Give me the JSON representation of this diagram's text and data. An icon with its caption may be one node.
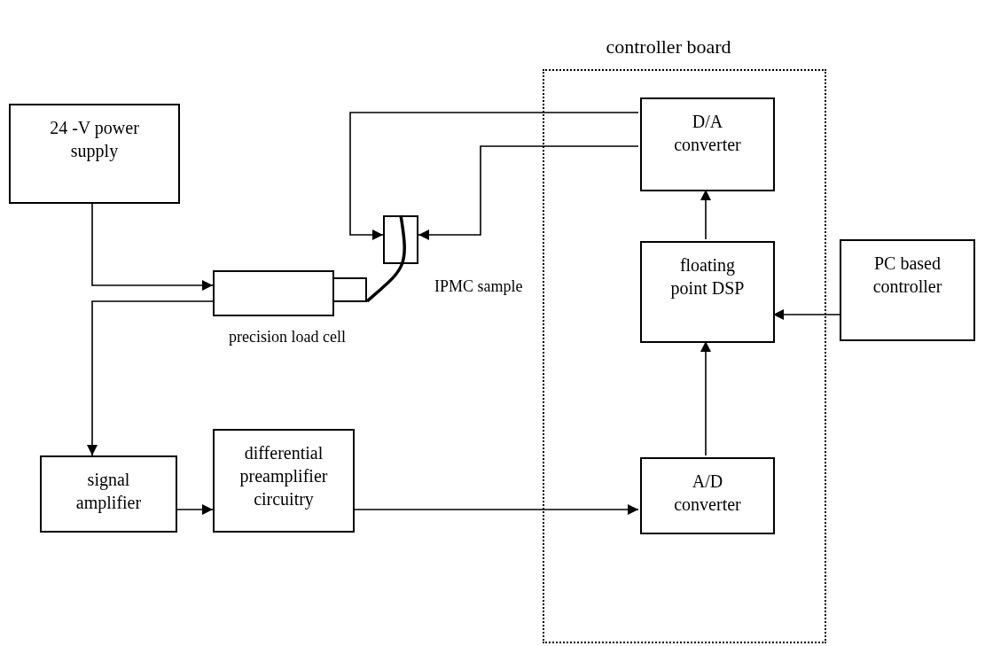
{
  "diagram": {
    "nodes": [
      {
        "text": [
          "24 -V power supply"
        ]
      },
      {
        "text": [],
        "shape": "box",
        "beside": [
          "precision load cell"
        ]
      },
      {
        "text": [],
        "shape": "box",
        "beside": [
          "IPMC sample"
        ]
      },
      {
        "text": [
          "controller board"
        ]
      },
      {
        "text": [
          "D/A converter"
        ],
        "in": 3
      },
      {
        "text": [
          "floating point DSP"
        ],
        "in": 3
      },
      {
        "text": [
          "PC based controller"
        ]
      },
      {
        "text": [
          "signal amplifier"
        ]
      },
      {
        "text": [
          "differential preamplifier circuitry"
        ]
      },
      {
        "text": [
          "A/D converter"
        ],
        "in": 3
      }
    ],
    "edges": [
      {
        "from": 0,
        "to": 1,
        "arrow": "to"
      },
      {
        "from": 1,
        "to": 7,
        "arrow": "to"
      },
      {
        "from": 4,
        "to": 2,
        "arrow": "to"
      },
      {
        "from": 4,
        "to": 2,
        "arrow": "to"
      },
      {
        "from": 2,
        "to": 1,
        "arrow": "none",
        "style": "thick"
      },
      {
        "from": 7,
        "to": 8,
        "arrow": "to"
      },
      {
        "from": 8,
        "to": 9,
        "arrow": "to"
      },
      {
        "from": 9,
        "to": 5,
        "arrow": "to"
      },
      {
        "from": 5,
        "to": 4,
        "arrow": "to"
      },
      {
        "from": 6,
        "to": 5,
        "arrow": "to"
      }
    ]
  }
}
